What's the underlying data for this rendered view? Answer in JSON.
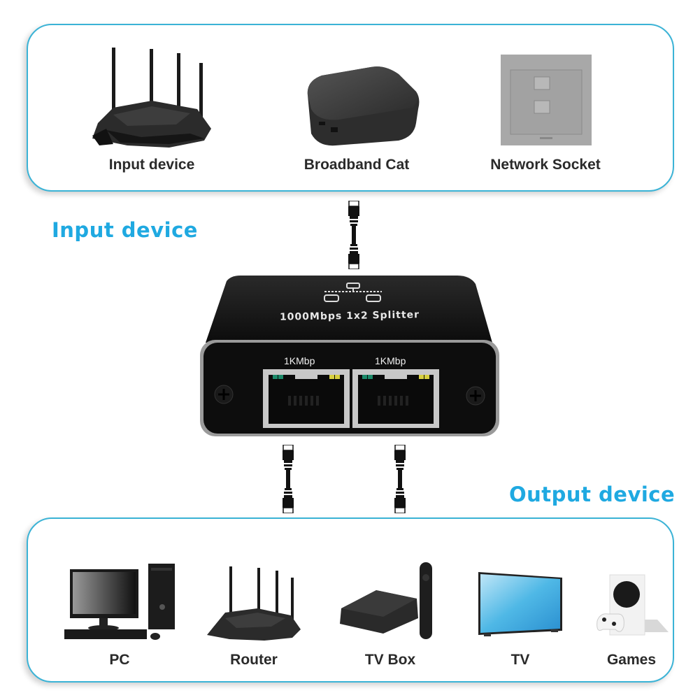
{
  "input_section": {
    "heading": "Input device",
    "devices": [
      {
        "icon": "router-icon",
        "label": "Input device"
      },
      {
        "icon": "broadband-cat-icon",
        "label": "Broadband Cat"
      },
      {
        "icon": "network-socket-icon",
        "label": "Network Socket"
      }
    ]
  },
  "splitter": {
    "title": "1000Mbps 1x2 Splitter",
    "ports": [
      {
        "label": "1KMbp"
      },
      {
        "label": "1KMbp"
      }
    ]
  },
  "output_section": {
    "heading": "Output device",
    "devices": [
      {
        "icon": "pc-icon",
        "label": "PC"
      },
      {
        "icon": "router-icon",
        "label": "Router"
      },
      {
        "icon": "tv-box-icon",
        "label": "TV Box"
      },
      {
        "icon": "tv-icon",
        "label": "TV"
      },
      {
        "icon": "game-console-icon",
        "label": "Games"
      }
    ]
  },
  "colors": {
    "accent": "#1fa9e1",
    "panel_border": "#3bb3d6",
    "device_body": "#111111"
  }
}
